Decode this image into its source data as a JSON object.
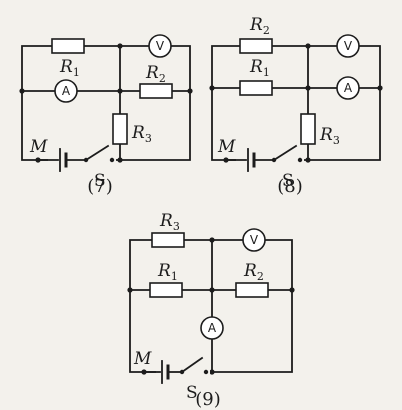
{
  "circuits": [
    {
      "caption": "(7)",
      "resistors": [
        {
          "name": "R",
          "sub": "1"
        },
        {
          "name": "R",
          "sub": "2"
        },
        {
          "name": "R",
          "sub": "3"
        }
      ],
      "meters": [
        "V",
        "A"
      ],
      "switch_label": "S",
      "point_label": "M"
    },
    {
      "caption": "(8)",
      "resistors": [
        {
          "name": "R",
          "sub": "2"
        },
        {
          "name": "R",
          "sub": "1"
        },
        {
          "name": "R",
          "sub": "3"
        }
      ],
      "meters": [
        "V",
        "A"
      ],
      "switch_label": "S",
      "point_label": "M"
    },
    {
      "caption": "(9)",
      "resistors": [
        {
          "name": "R",
          "sub": "3"
        },
        {
          "name": "R",
          "sub": "1"
        },
        {
          "name": "R",
          "sub": "2"
        }
      ],
      "meters": [
        "V",
        "A"
      ],
      "switch_label": "S",
      "point_label": "M"
    }
  ]
}
